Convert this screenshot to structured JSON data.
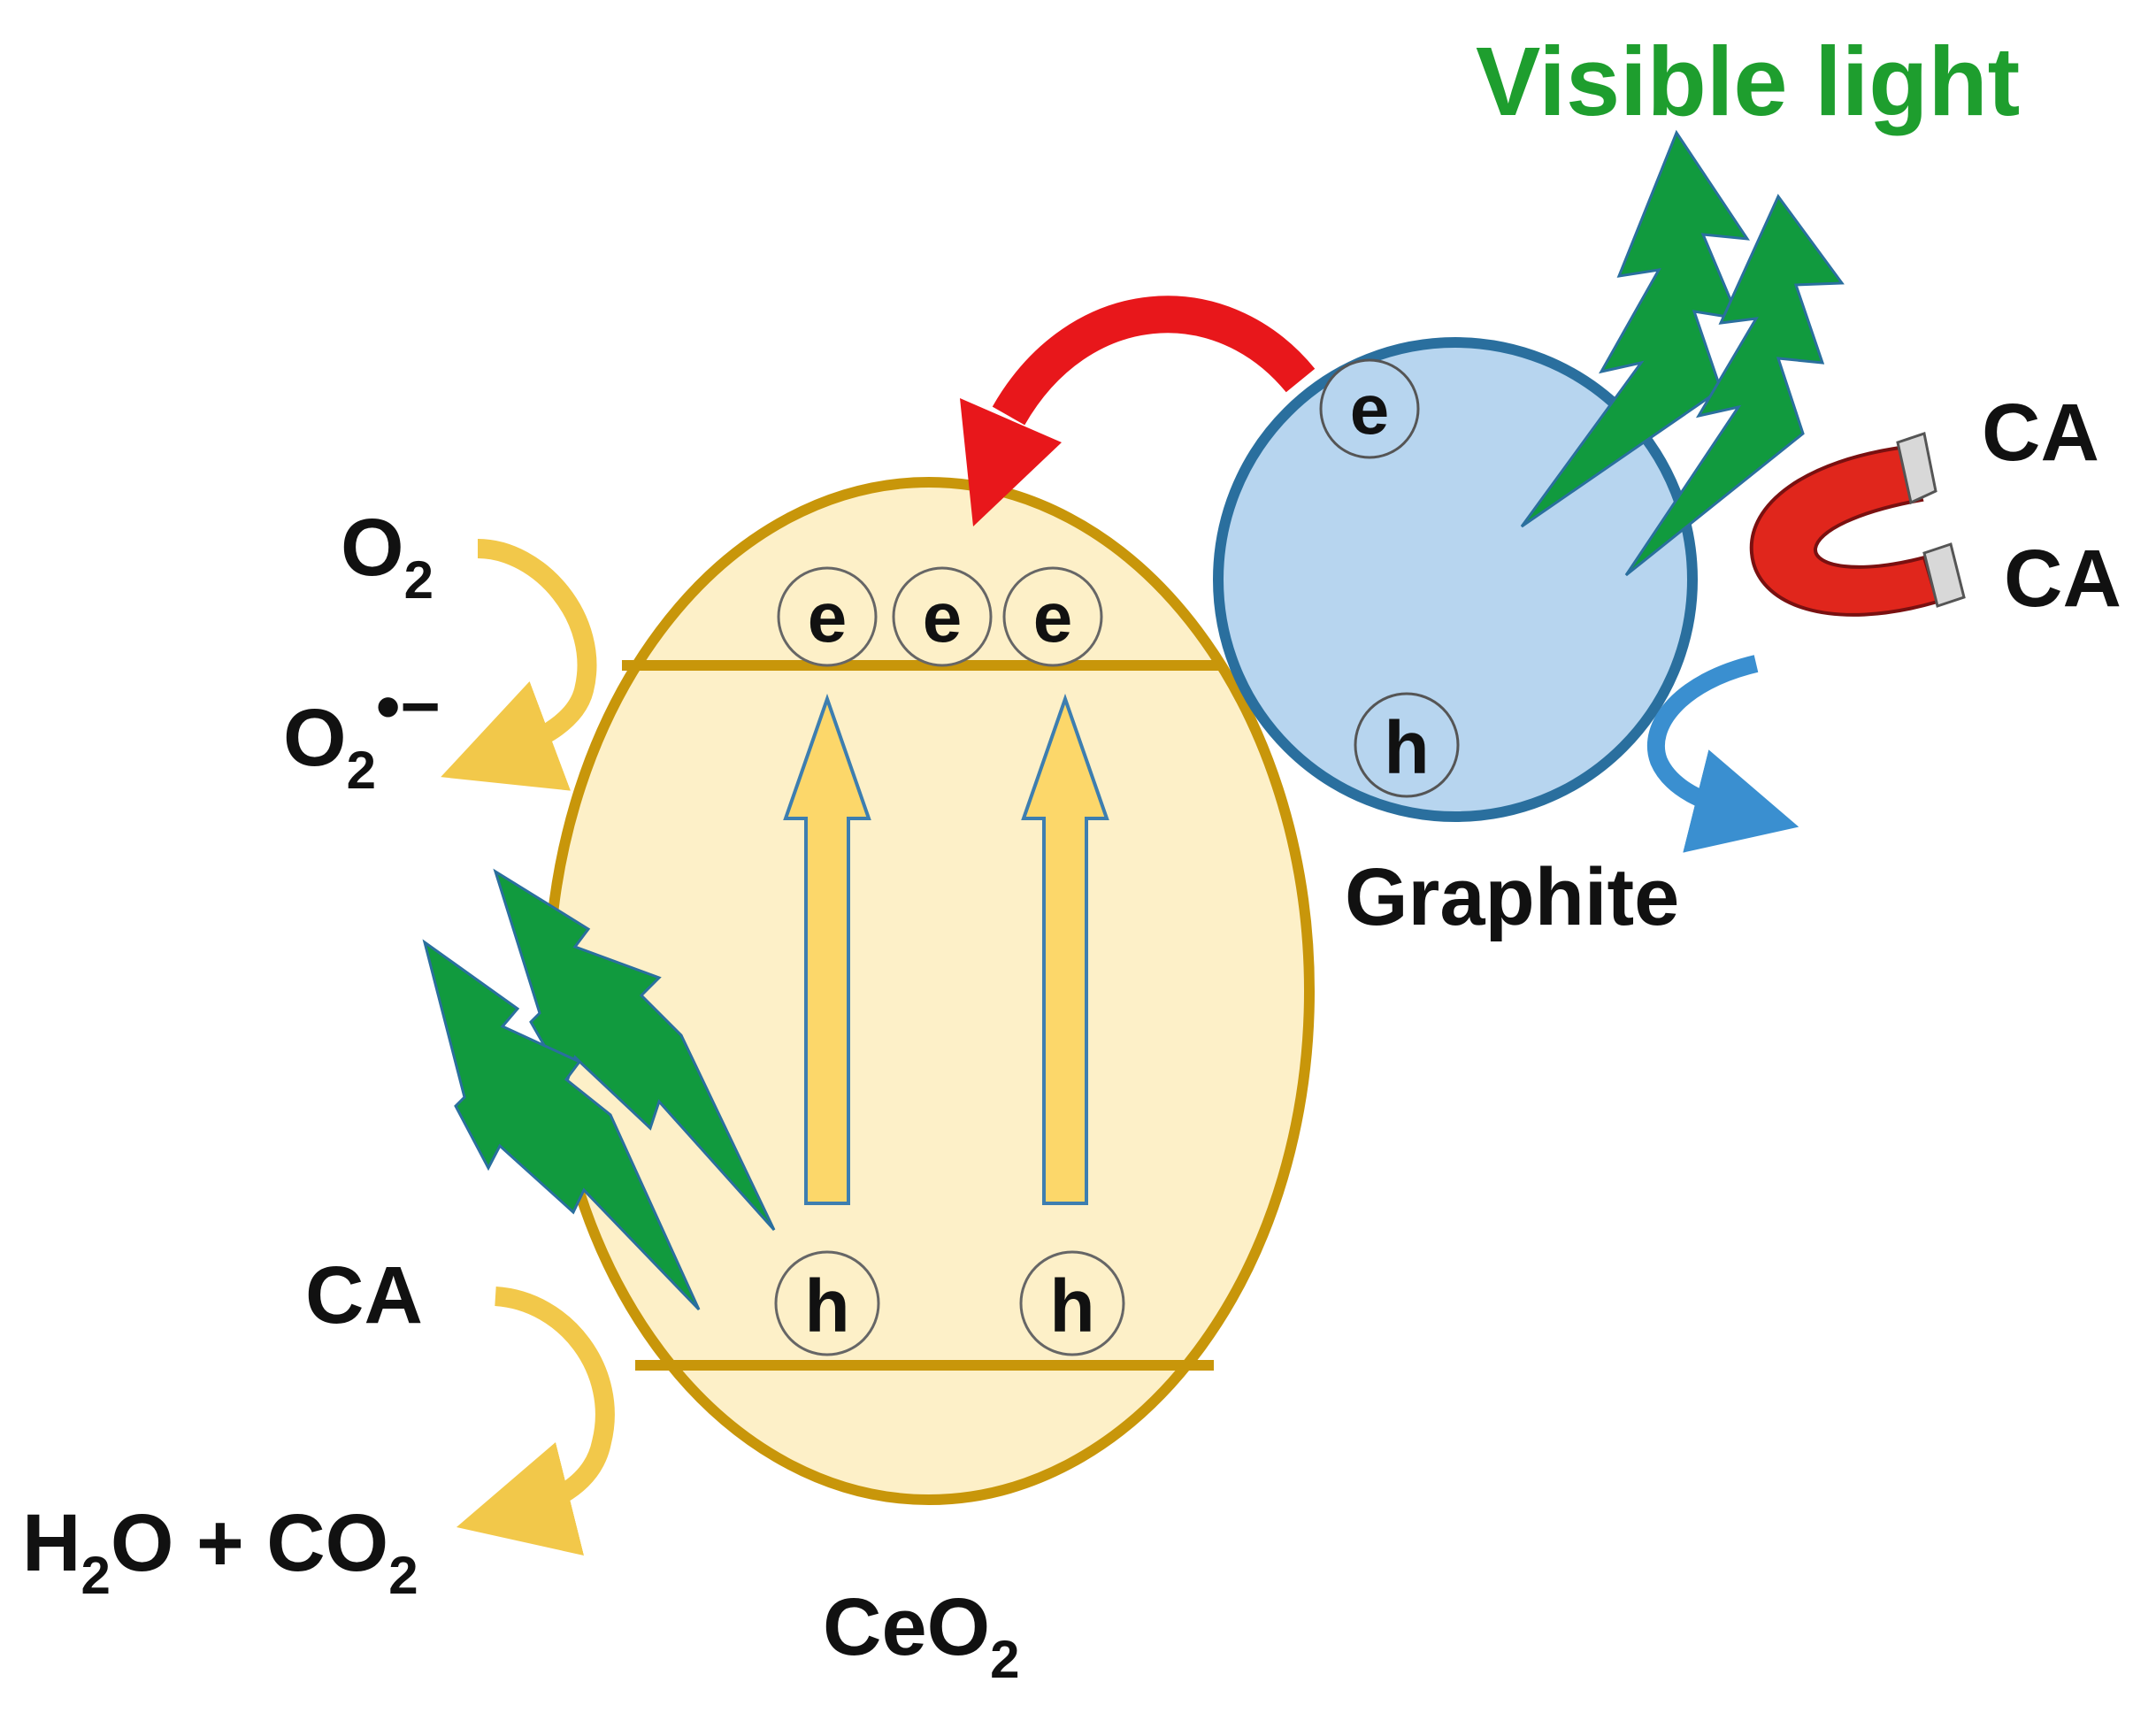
{
  "labels": {
    "title": "Visible light",
    "ceo2_base": "CeO",
    "ceo2_sub": "2",
    "graphite": "Graphite",
    "o2_base": "O",
    "o2_sub": "2",
    "o2rad_base": "O",
    "o2rad_sub": "2",
    "o2rad_sup": "•−",
    "ca_left": "CA",
    "prod_h": "H",
    "prod_h_sub": "2",
    "prod_mid": "O + CO",
    "prod_co_sub": "2",
    "ca_right_top": "CA",
    "ca_right_bottom": "CA"
  },
  "carriers": {
    "electron": "e",
    "hole": "h"
  },
  "colors": {
    "visible_light": "#1e9e2e",
    "lightning": "#119a3e",
    "ceo2_fill": "#fdf0c8",
    "ceo2_stroke": "#c8960a",
    "graphite_fill": "#b7d5ef",
    "graphite_stroke": "#2a6f9e",
    "transfer_arrow": "#e8171b",
    "excitation_arrow": "#fcd76a",
    "magnet": "#e0261c"
  }
}
